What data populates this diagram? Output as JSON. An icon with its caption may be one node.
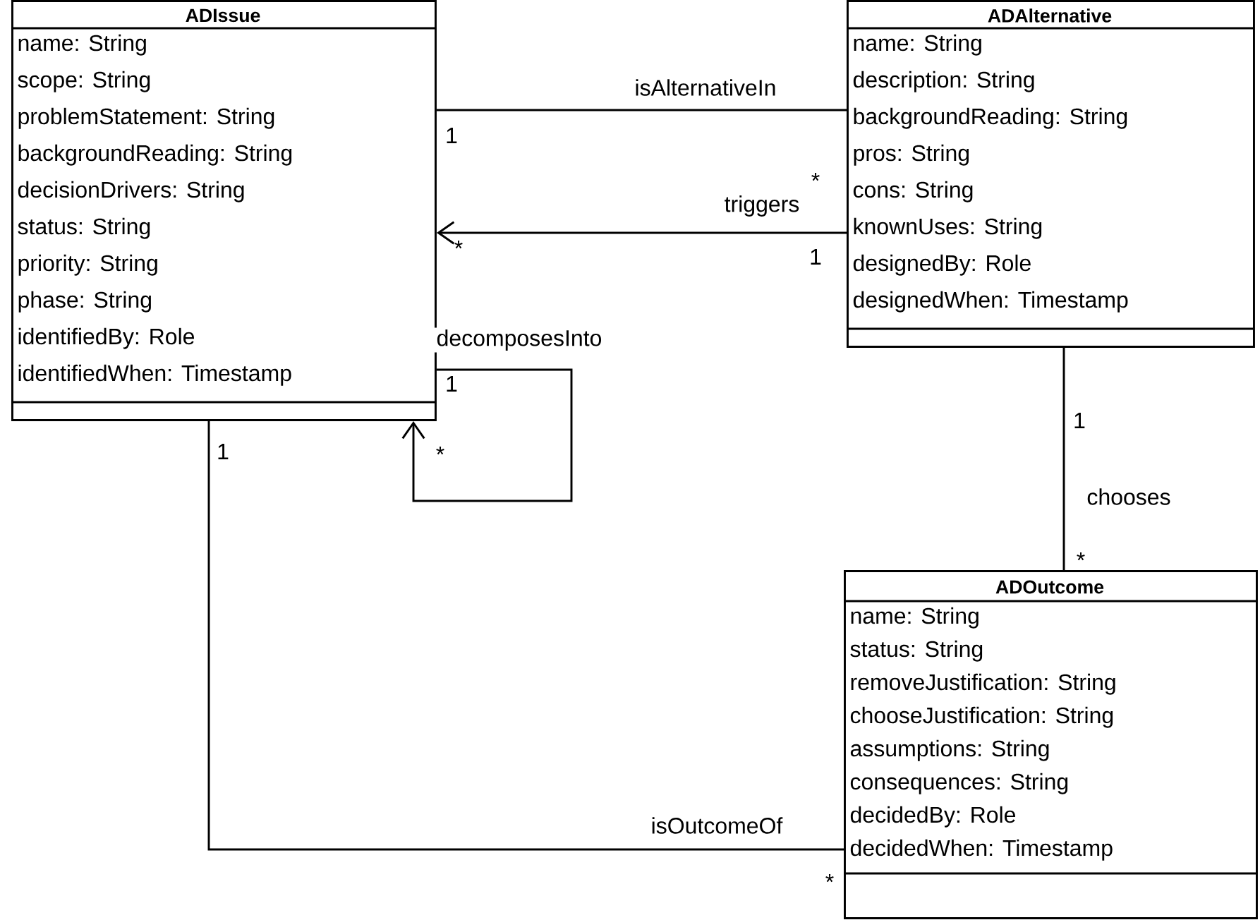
{
  "diagram": {
    "nodes": [
      {
        "text": [
          "ADIssue",
          "name: String",
          "scope: String",
          "problemStatement: String",
          "backgroundReading: String",
          "decisionDrivers: String",
          "status: String",
          "priority: String",
          "phase: String",
          "identifiedBy: Role",
          "identifiedWhen: Timestamp"
        ]
      },
      {
        "text": [
          "ADAlternative",
          "name: String",
          "description: String",
          "backgroundReading: String",
          "pros: String",
          "cons: String",
          "knownUses: String",
          "designedBy: Role",
          "designedWhen: Timestamp"
        ]
      },
      {
        "text": [
          "ADOutcome",
          "name: String",
          "status: String",
          "removeJustification: String",
          "chooseJustification: String",
          "assumptions: String",
          "consequences: String",
          "decidedBy: Role",
          "decidedWhen: Timestamp"
        ]
      }
    ],
    "edges": [
      {
        "from": 0,
        "to": 1,
        "arrow": "none",
        "label": "isAlternativeIn"
      },
      {
        "from": 1,
        "to": 0,
        "arrow": "to",
        "label": "triggers"
      },
      {
        "from": 0,
        "to": 0,
        "arrow": "to",
        "label": "decomposesInto"
      },
      {
        "from": 1,
        "to": 2,
        "arrow": "none",
        "label": "chooses"
      },
      {
        "from": 0,
        "to": 2,
        "arrow": "none",
        "label": "isOutcomeOf"
      }
    ],
    "labels": [
      "1",
      "*",
      "*",
      "1",
      "1",
      "*",
      "1",
      "1",
      "*",
      "*"
    ]
  }
}
